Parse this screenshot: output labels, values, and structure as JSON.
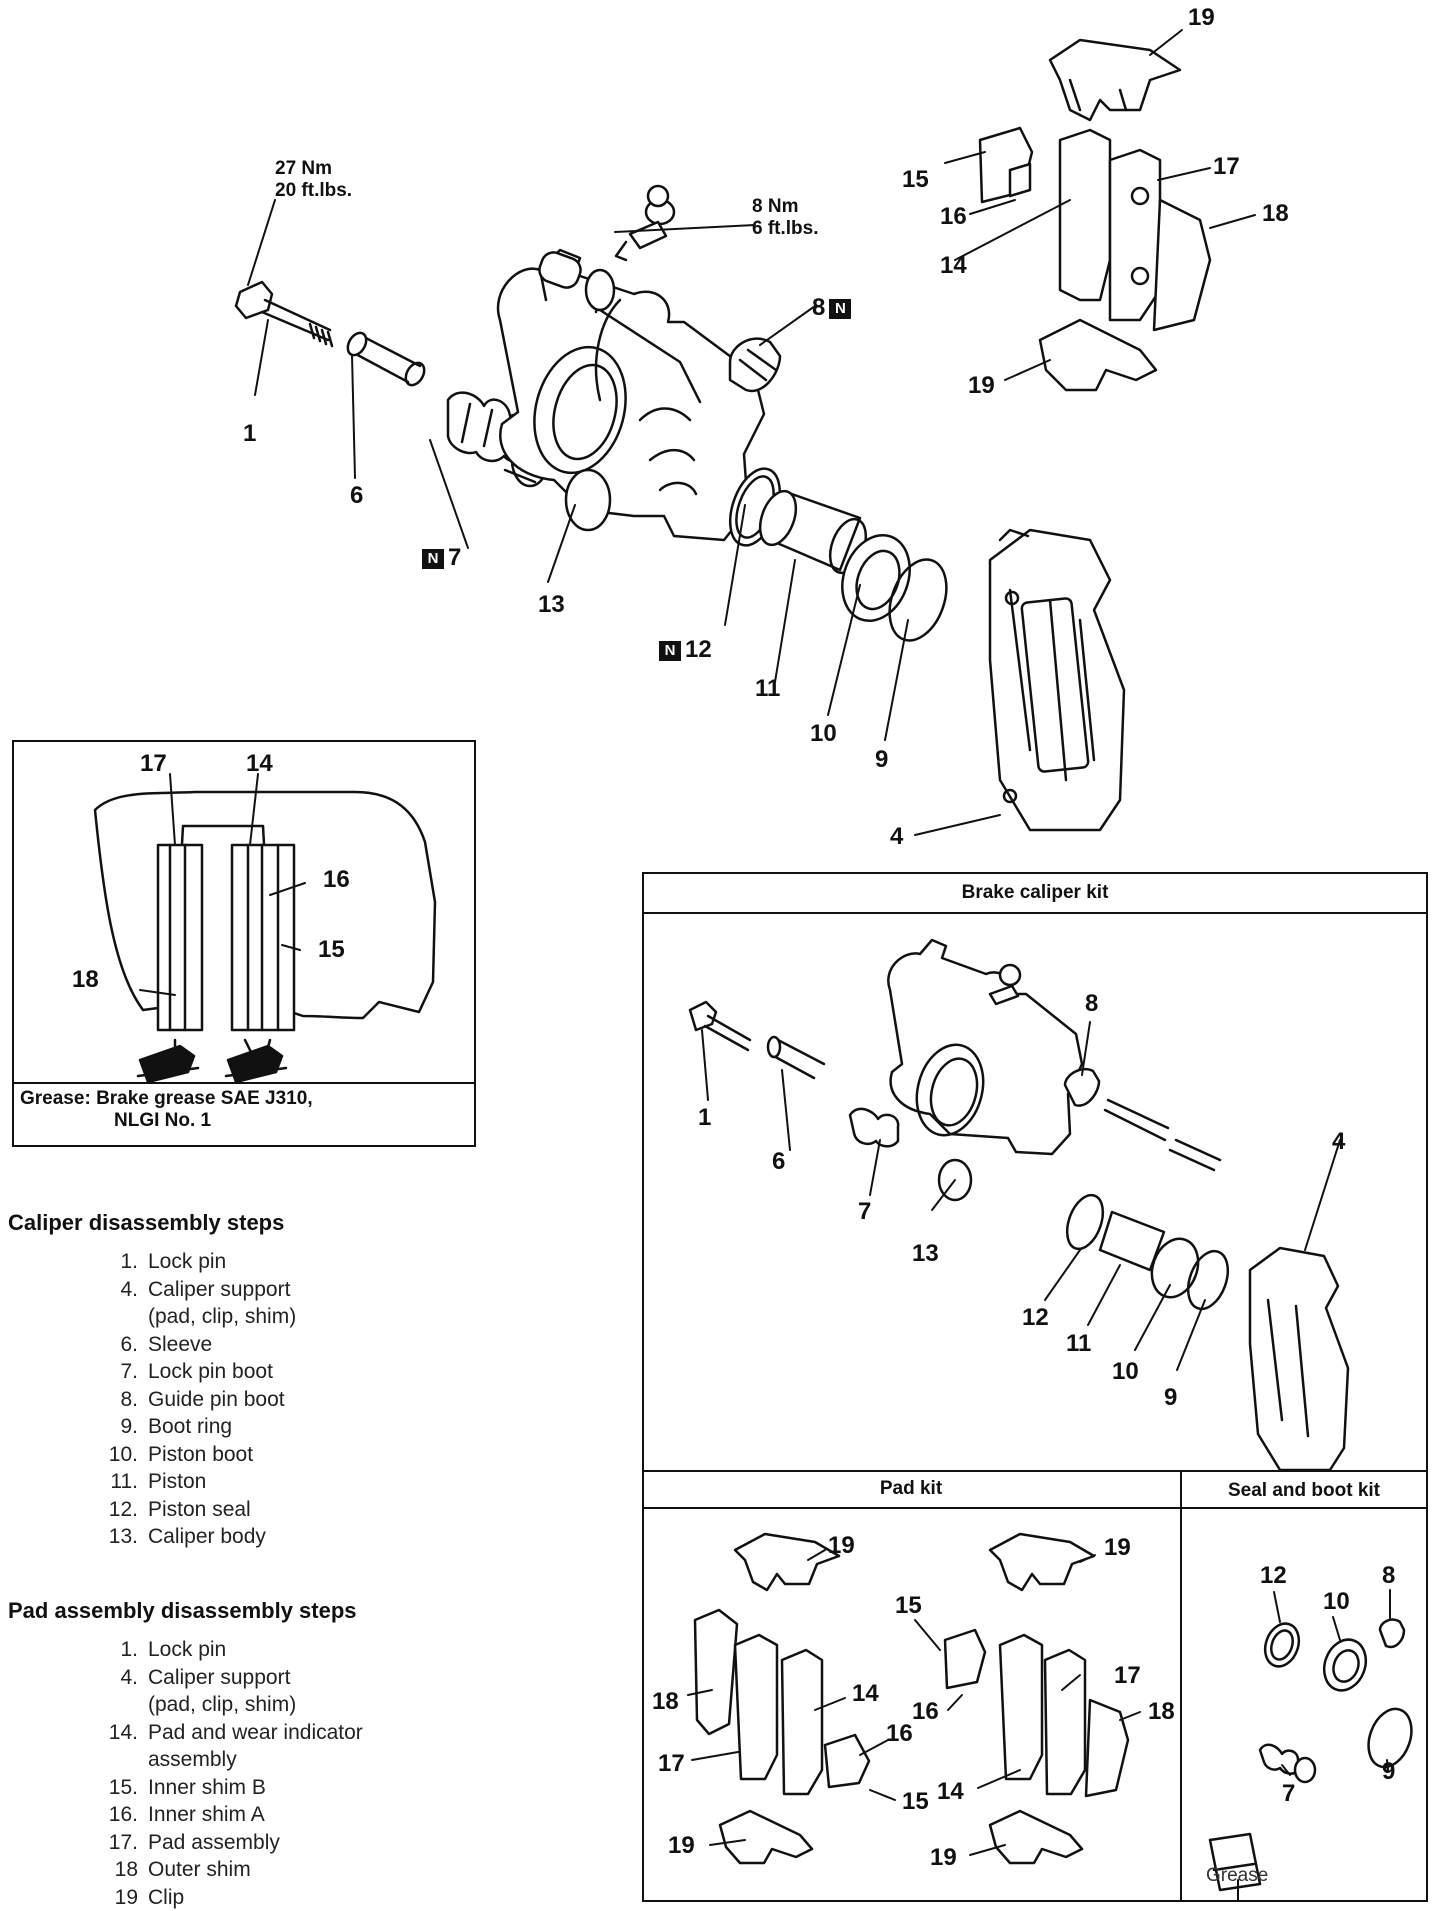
{
  "torque_notes": {
    "lock_pin": [
      "27 Nm",
      "20 ft.lbs."
    ],
    "bleeder": [
      "8 Nm",
      "6 ft.lbs."
    ]
  },
  "new_part_mark": "N",
  "main_callouts": {
    "c1": "1",
    "c4": "4",
    "c6": "6",
    "c7": "7",
    "c8": "8",
    "c9": "9",
    "c10": "10",
    "c11": "11",
    "c12": "12",
    "c13": "13",
    "c14": "14",
    "c15": "15",
    "c16": "16",
    "c17": "17",
    "c18": "18",
    "c19a": "19",
    "c19b": "19"
  },
  "grease_inset": {
    "callouts": {
      "c17": "17",
      "c14": "14",
      "c16": "16",
      "c15": "15",
      "c18": "18"
    },
    "note_label": "Grease:",
    "note_lines": [
      "Brake grease SAE J310,",
      "NLGI No. 1"
    ]
  },
  "kits": {
    "caliper_kit_title": "Brake caliper kit",
    "pad_kit_title": "Pad kit",
    "seal_kit_title": "Seal and boot kit",
    "caliper_callouts": {
      "c1": "1",
      "c4": "4",
      "c6": "6",
      "c7": "7",
      "c8": "8",
      "c9": "9",
      "c10": "10",
      "c11": "11",
      "c12": "12",
      "c13": "13"
    },
    "pad_callouts": {
      "a19": "19",
      "a18": "18",
      "a17": "17",
      "a14": "14",
      "a16": "16",
      "a15": "15",
      "a19b": "19",
      "b19": "19",
      "b15": "15",
      "b16": "16",
      "b17": "17",
      "b18": "18",
      "b14": "14",
      "b19b": "19"
    },
    "seal_callouts": {
      "c12": "12",
      "c10": "10",
      "c8": "8",
      "c7": "7",
      "c9": "9"
    },
    "grease_label": "Grease"
  },
  "caliper_steps": {
    "title": "Caliper disassembly steps",
    "items": [
      {
        "num": "1.",
        "text": "Lock pin"
      },
      {
        "num": "4.",
        "text": "Caliper support\n(pad, clip, shim)"
      },
      {
        "num": "6.",
        "text": "Sleeve"
      },
      {
        "num": "7.",
        "text": "Lock pin boot"
      },
      {
        "num": "8.",
        "text": "Guide pin boot"
      },
      {
        "num": "9.",
        "text": "Boot ring"
      },
      {
        "num": "10.",
        "text": "Piston boot"
      },
      {
        "num": "11.",
        "text": "Piston"
      },
      {
        "num": "12.",
        "text": "Piston seal"
      },
      {
        "num": "13.",
        "text": "Caliper body"
      }
    ]
  },
  "pad_steps": {
    "title": "Pad assembly disassembly steps",
    "items": [
      {
        "num": "1.",
        "text": "Lock pin"
      },
      {
        "num": "4.",
        "text": "Caliper support\n(pad, clip, shim)"
      },
      {
        "num": "14.",
        "text": "Pad and wear indicator\nassembly"
      },
      {
        "num": "15.",
        "text": "Inner shim B"
      },
      {
        "num": "16.",
        "text": "Inner shim A"
      },
      {
        "num": "17.",
        "text": "Pad assembly"
      },
      {
        "num": "18",
        "text": "Outer shim"
      },
      {
        "num": "19",
        "text": "Clip"
      }
    ]
  }
}
